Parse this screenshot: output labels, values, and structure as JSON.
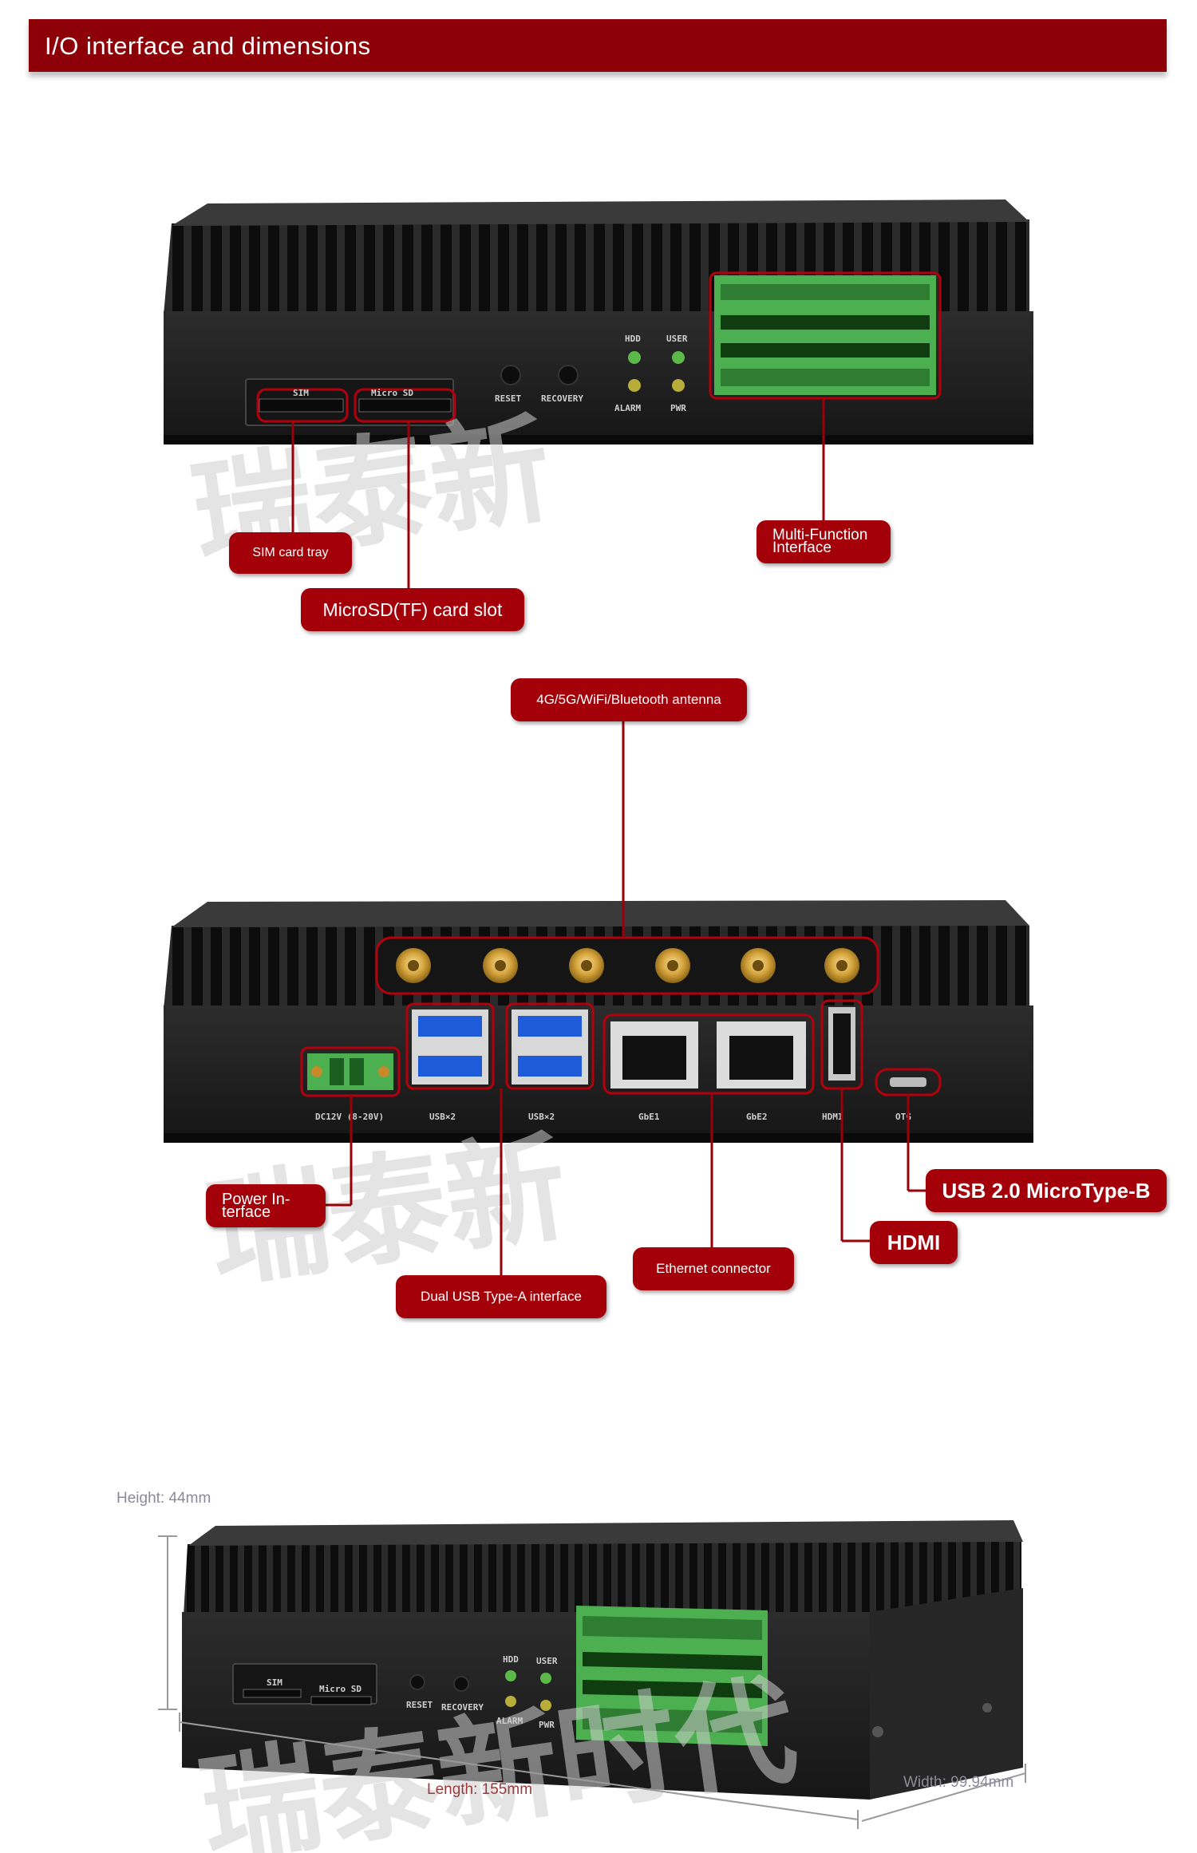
{
  "header": {
    "title": "I/O interface and dimensions"
  },
  "front_view": {
    "panel_labels": {
      "sim": "SIM",
      "micro_sd": "Micro SD",
      "reset": "RESET",
      "recovery": "RECOVERY",
      "hdd": "HDD",
      "user": "USER",
      "alarm": "ALARM",
      "pwr": "PWR"
    },
    "callouts": {
      "sim_card_tray": "SIM card tray",
      "microsd_slot": "MicroSD(TF) card slot",
      "multi_function_line1": "Multi-Function",
      "multi_function_line2": "Interface"
    }
  },
  "rear_view": {
    "panel_labels": {
      "dc": "DC12V (8-20V)",
      "usb1": "USB×2",
      "usb2": "USB×2",
      "gbe1": "GbE1",
      "gbe2": "GbE2",
      "hdmi": "HDMI",
      "otg": "OTG"
    },
    "callouts": {
      "antenna": "4G/5G/WiFi/Bluetooth antenna",
      "power_line1": "Power In-",
      "power_line2": "terface",
      "dual_usb": "Dual USB Type-A interface",
      "ethernet": "Ethernet connector",
      "hdmi": "HDMI",
      "usb_micro": "USB 2.0 MicroType-B"
    }
  },
  "dimensions": {
    "height": "Height: 44mm",
    "length": "Length: 155mm",
    "width": "Width: 99.94mm"
  },
  "watermark": "瑞泰新时代",
  "colors": {
    "brand_red": "#8e0008",
    "callout_red": "#a3000a",
    "terminal_green": "#4caf50",
    "chassis": "#1f1f1f"
  }
}
